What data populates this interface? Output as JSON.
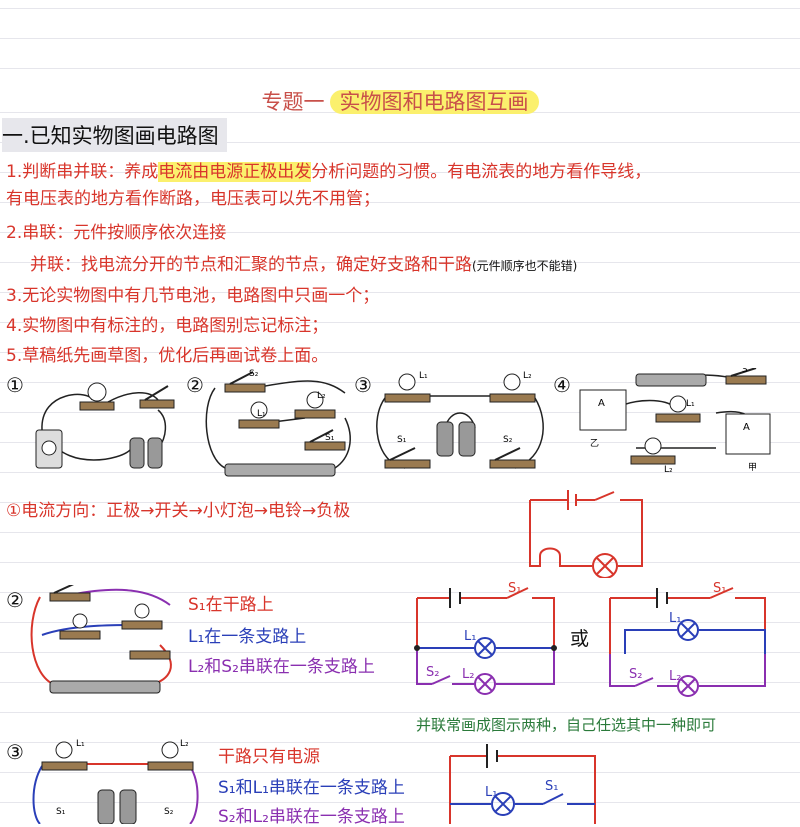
{
  "title": {
    "prefix": "专题一",
    "highlight": "实物图和电路图互画"
  },
  "section": "一.已知实物图画电路图",
  "rules": {
    "l1a": "1.判断串并联：养成",
    "l1b": "电流由电源正极出发",
    "l1c": "分析问题的习惯。有电流表的地方看作导线，",
    "l2": "有电压表的地方看作断路，电压表可以先不用管；",
    "l3": "2.串联：元件按顺序依次连接",
    "l4a": "并联：找电流分开的节点和汇聚的节点，确定好支路和干路",
    "l4b": "(元件顺序也不能错)",
    "l5": "3.无论实物图中有几节电池，电路图中只画一个；",
    "l6": "4.实物图中有标注的，电路图别忘记标注；",
    "l7": "5.草稿纸先画草图，优化后再画试卷上面。"
  },
  "figures": {
    "n1": "①",
    "n2": "②",
    "n3": "③",
    "n4": "④",
    "s": "S",
    "s1": "S₁",
    "s2": "S₂",
    "l1": "L₁",
    "l2": "L₂",
    "jia": "甲",
    "yi": "乙",
    "a": "A"
  },
  "answers": {
    "a1": "①电流方向：正极→开关→小灯泡→电铃→负极",
    "n2": "②",
    "a2_1": "S₁在干路上",
    "a2_2": "L₁在一条支路上",
    "a2_3": "L₂和S₂串联在一条支路上",
    "or": "或",
    "note": "并联常画成图示两种，自己任选其中一种即可",
    "n3": "③",
    "a3_1": "干路只有电源",
    "a3_2": "S₁和L₁串联在一条支路上",
    "a3_3": "S₂和L₂串联在一条支路上"
  },
  "colors": {
    "red": "#d8352b",
    "blue": "#2a3fb8",
    "purple": "#8a2fb0",
    "green": "#2a7a3a",
    "highlight": "#fbf06d"
  }
}
